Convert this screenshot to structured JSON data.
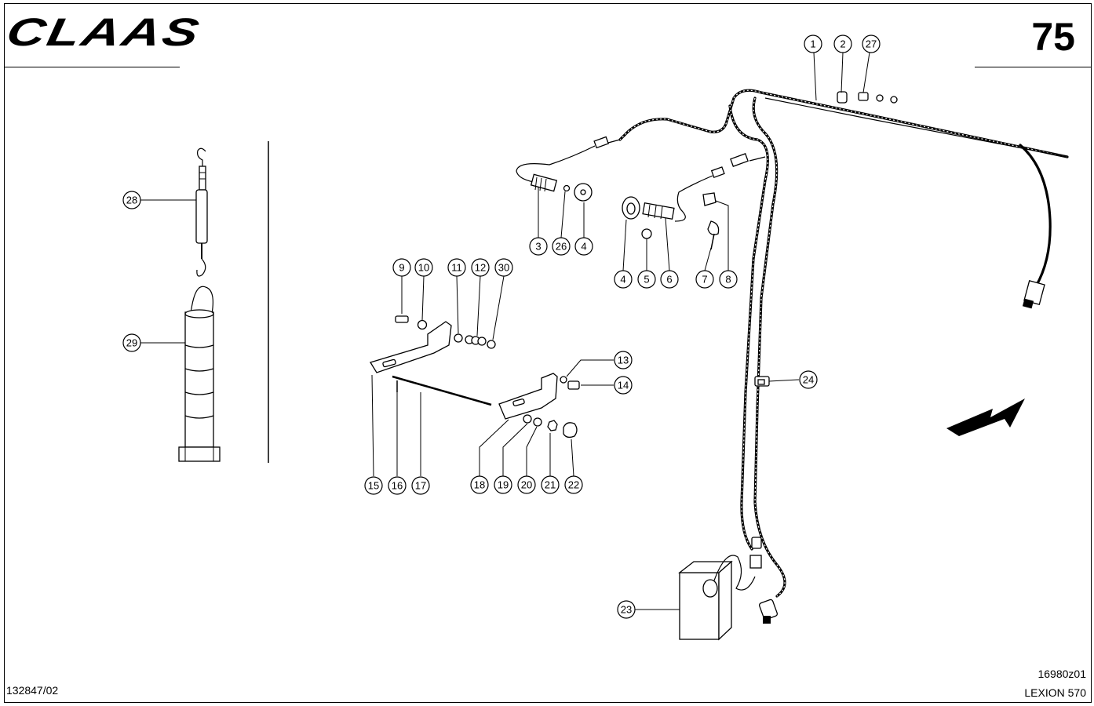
{
  "header": {
    "brand": "CLAAS",
    "page_number": "75"
  },
  "footer": {
    "doc_number": "132847/02",
    "drawing_code": "16980z01",
    "model": "LEXION 570"
  },
  "callouts": [
    "1",
    "2",
    "27",
    "3",
    "26",
    "4",
    "4",
    "5",
    "6",
    "7",
    "8",
    "9",
    "10",
    "11",
    "12",
    "30",
    "13",
    "14",
    "15",
    "16",
    "17",
    "18",
    "19",
    "20",
    "21",
    "22",
    "23",
    "24",
    "28",
    "29"
  ],
  "colors": {
    "ink": "#000000",
    "paper": "#ffffff"
  },
  "icons": {
    "direction": "arrow-icon"
  }
}
